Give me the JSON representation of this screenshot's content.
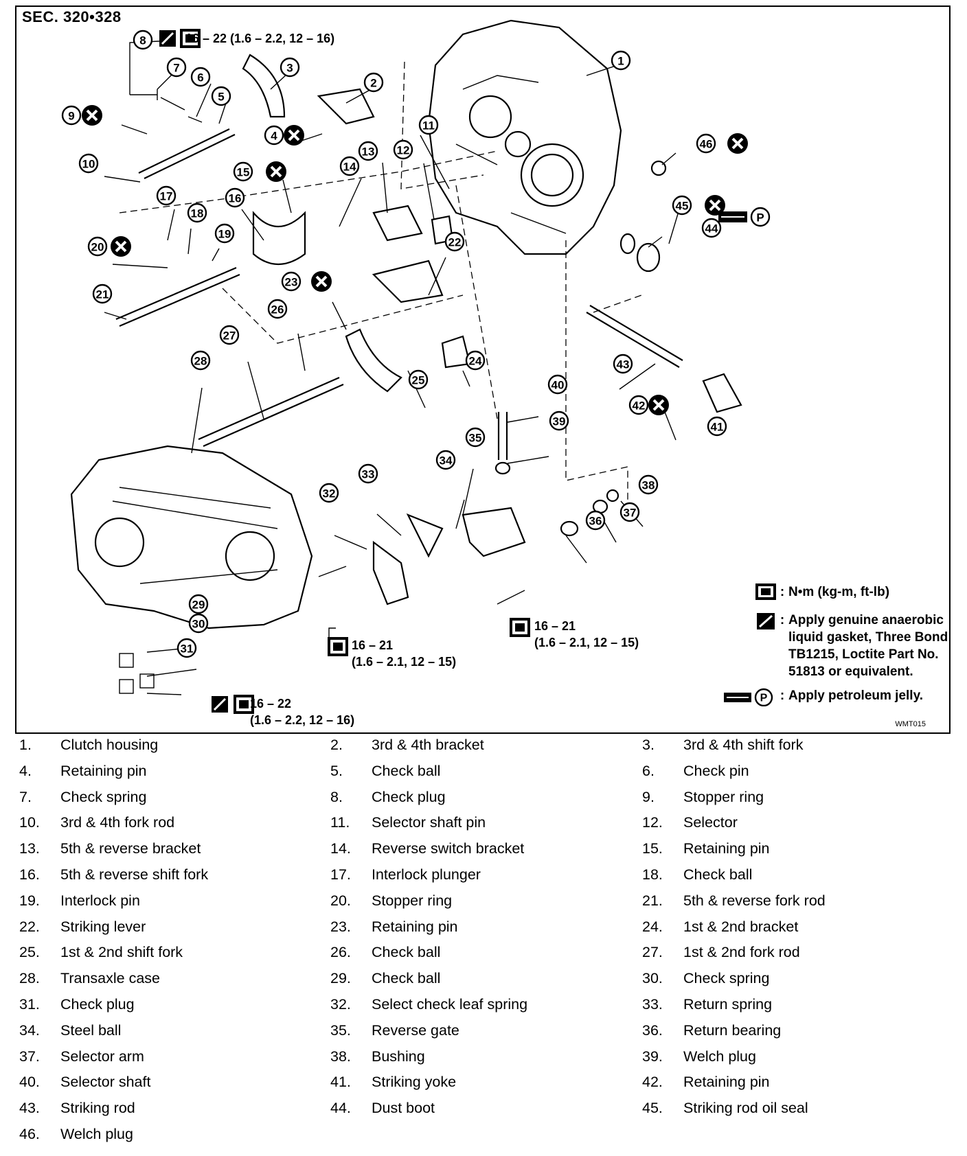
{
  "section": "SEC. 320•328",
  "figure_code": "WMT015",
  "callouts": [
    "1",
    "2",
    "3",
    "4",
    "5",
    "6",
    "7",
    "8",
    "9",
    "10",
    "11",
    "12",
    "13",
    "14",
    "15",
    "16",
    "17",
    "18",
    "19",
    "20",
    "21",
    "22",
    "23",
    "24",
    "25",
    "26",
    "27",
    "28",
    "29",
    "30",
    "31",
    "32",
    "33",
    "34",
    "35",
    "36",
    "37",
    "38",
    "39",
    "40",
    "41",
    "42",
    "43",
    "44",
    "45",
    "46"
  ],
  "torques": {
    "t8": "16 – 22 (1.6 – 2.2, 12 – 16)",
    "t31_a": "16 – 22",
    "t31_b": "(1.6 – 2.2, 12 – 16)",
    "t32_a": "16 – 21",
    "t32_b": "(1.6 – 2.1, 12 – 15)",
    "t_mid_a": "16 – 21",
    "t_mid_b": "(1.6 – 2.1, 12 – 15)"
  },
  "legend": {
    "torque": "N•m (kg-m, ft-lb)",
    "gasket": "Apply genuine anaerobic liquid gasket, Three Bond TB1215, Loctite Part No. 51813 or equivalent.",
    "jelly": "Apply petroleum jelly.",
    "p_symbol": "P"
  },
  "parts": [
    [
      "1.",
      "Clutch housing"
    ],
    [
      "2.",
      "3rd & 4th bracket"
    ],
    [
      "3.",
      "3rd & 4th shift fork"
    ],
    [
      "4.",
      "Retaining pin"
    ],
    [
      "5.",
      "Check ball"
    ],
    [
      "6.",
      "Check pin"
    ],
    [
      "7.",
      "Check spring"
    ],
    [
      "8.",
      "Check plug"
    ],
    [
      "9.",
      "Stopper ring"
    ],
    [
      "10.",
      "3rd & 4th fork rod"
    ],
    [
      "11.",
      "Selector shaft pin"
    ],
    [
      "12.",
      "Selector"
    ],
    [
      "13.",
      "5th & reverse bracket"
    ],
    [
      "14.",
      "Reverse switch bracket"
    ],
    [
      "15.",
      "Retaining pin"
    ],
    [
      "16.",
      "5th & reverse shift fork"
    ],
    [
      "17.",
      "Interlock plunger"
    ],
    [
      "18.",
      "Check ball"
    ],
    [
      "19.",
      "Interlock pin"
    ],
    [
      "20.",
      "Stopper ring"
    ],
    [
      "21.",
      "5th & reverse fork rod"
    ],
    [
      "22.",
      "Striking lever"
    ],
    [
      "23.",
      "Retaining pin"
    ],
    [
      "24.",
      "1st & 2nd bracket"
    ],
    [
      "25.",
      "1st & 2nd shift fork"
    ],
    [
      "26.",
      "Check ball"
    ],
    [
      "27.",
      "1st & 2nd fork rod"
    ],
    [
      "28.",
      "Transaxle case"
    ],
    [
      "29.",
      "Check ball"
    ],
    [
      "30.",
      "Check spring"
    ],
    [
      "31.",
      "Check plug"
    ],
    [
      "32.",
      "Select check leaf spring"
    ],
    [
      "33.",
      "Return spring"
    ],
    [
      "34.",
      "Steel ball"
    ],
    [
      "35.",
      "Reverse gate"
    ],
    [
      "36.",
      "Return bearing"
    ],
    [
      "37.",
      "Selector arm"
    ],
    [
      "38.",
      "Bushing"
    ],
    [
      "39.",
      "Welch plug"
    ],
    [
      "40.",
      "Selector shaft"
    ],
    [
      "41.",
      "Striking yoke"
    ],
    [
      "42.",
      "Retaining pin"
    ],
    [
      "43.",
      "Striking rod"
    ],
    [
      "44.",
      "Dust boot"
    ],
    [
      "45.",
      "Striking rod oil seal"
    ],
    [
      "46.",
      "Welch plug"
    ]
  ]
}
